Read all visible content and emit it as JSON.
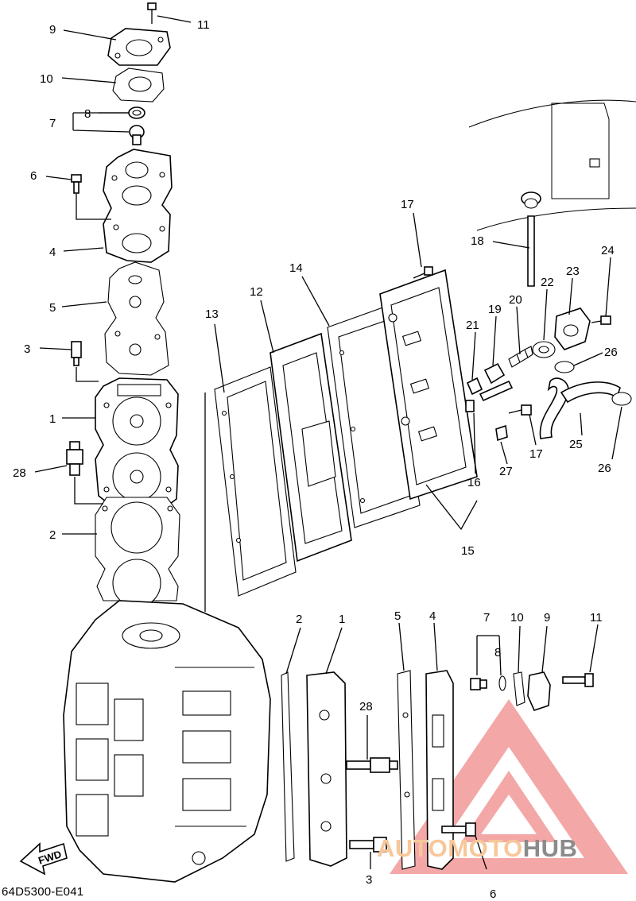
{
  "diagram": {
    "catalog_code": "64D5300-E041",
    "direction_label": "FWD",
    "watermark": {
      "text_left": "AUTOMOTO",
      "text_right": "HUB",
      "color_left": "#f7c79a",
      "color_right": "#8b8b8b",
      "logo_color": "#f08a8a"
    },
    "callouts": [
      "1",
      "2",
      "3",
      "4",
      "5",
      "6",
      "7",
      "8",
      "9",
      "10",
      "11",
      "12",
      "13",
      "14",
      "15",
      "16",
      "17",
      "18",
      "19",
      "20",
      "21",
      "22",
      "23",
      "24",
      "25",
      "26",
      "27",
      "28"
    ]
  }
}
